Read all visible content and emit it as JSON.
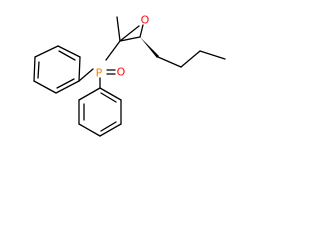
{
  "molecule": {
    "atoms": {
      "O_epoxide": "O",
      "P": "P",
      "O_oxide": "O"
    },
    "colors": {
      "bond": "#000000",
      "oxygen": "#ff0d0d",
      "phosphorus": "#ff8000"
    },
    "stereo": {
      "wedge_bond": "epoxide-c3-to-butyl"
    }
  }
}
